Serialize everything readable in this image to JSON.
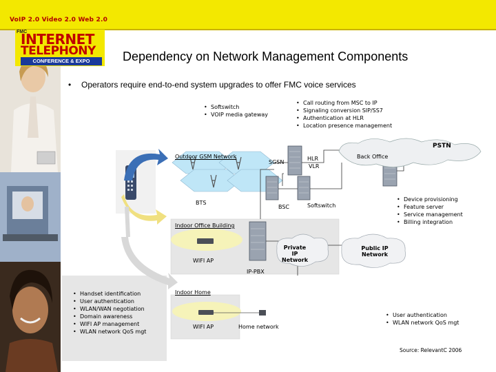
{
  "conference": {
    "tagline": "VoIP 2.0  Video 2.0  Web 2.0",
    "logo_fmc": "FMC",
    "logo_line1": "INTERNET",
    "logo_line2": "TELEPHONY",
    "logo_line3": "CONFERENCE & EXPO"
  },
  "slide": {
    "title": "Dependency on Network Management Components",
    "main_bullet": "Operators require end-to-end system upgrades to offer FMC voice services"
  },
  "notes": {
    "softswitch_group": [
      "Softswitch",
      "VOIP media gateway"
    ],
    "msc_group": [
      "Call routing from MSC to IP",
      "Signaling conversion SIP/SS7",
      "Authentication at HLR",
      "Location presence management"
    ],
    "backoffice_group": [
      "Device provisioning",
      "Feature server",
      "Service management",
      "Billing integration"
    ],
    "handset_group": [
      "Handset identification",
      "User authentication",
      "WLAN/WAN negotiation",
      "Domain awareness",
      "WIFI AP management",
      "WLAN network QoS mgt"
    ],
    "home_group": [
      "User authentication",
      "WLAN network QoS mgt"
    ]
  },
  "labels": {
    "outdoor": "Outdoor GSM Network",
    "sgsn": "SGSN",
    "hlr": "HLR",
    "vlr": "VLR",
    "back_office": "Back Office",
    "pstn": "PSTN",
    "bts": "BTS",
    "bsc": "BSC",
    "softswitch": "Softswitch",
    "indoor_office": "Indoor Office Building",
    "private_ip_1": "Private",
    "private_ip_2": "IP",
    "private_ip_3": "Network",
    "public_ip_1": "Public IP",
    "public_ip_2": "Network",
    "wifi_ap_office": "WIFI AP",
    "ip_pbx": "IP-PBX",
    "indoor_home": "Indoor Home",
    "wifi_ap_home": "WIFI AP",
    "home_network": "Home network",
    "source": "Source: RelevantC 2006"
  },
  "colors": {
    "banner": "#f3e800",
    "logo_red": "#c00000",
    "logo_blue": "#1a3a9a",
    "hex_blue": "#bfe6f7",
    "panel_gray": "#e6e6e6",
    "arrow_blue": "#3b6fb6",
    "arrow_yellow": "#f0e080"
  }
}
